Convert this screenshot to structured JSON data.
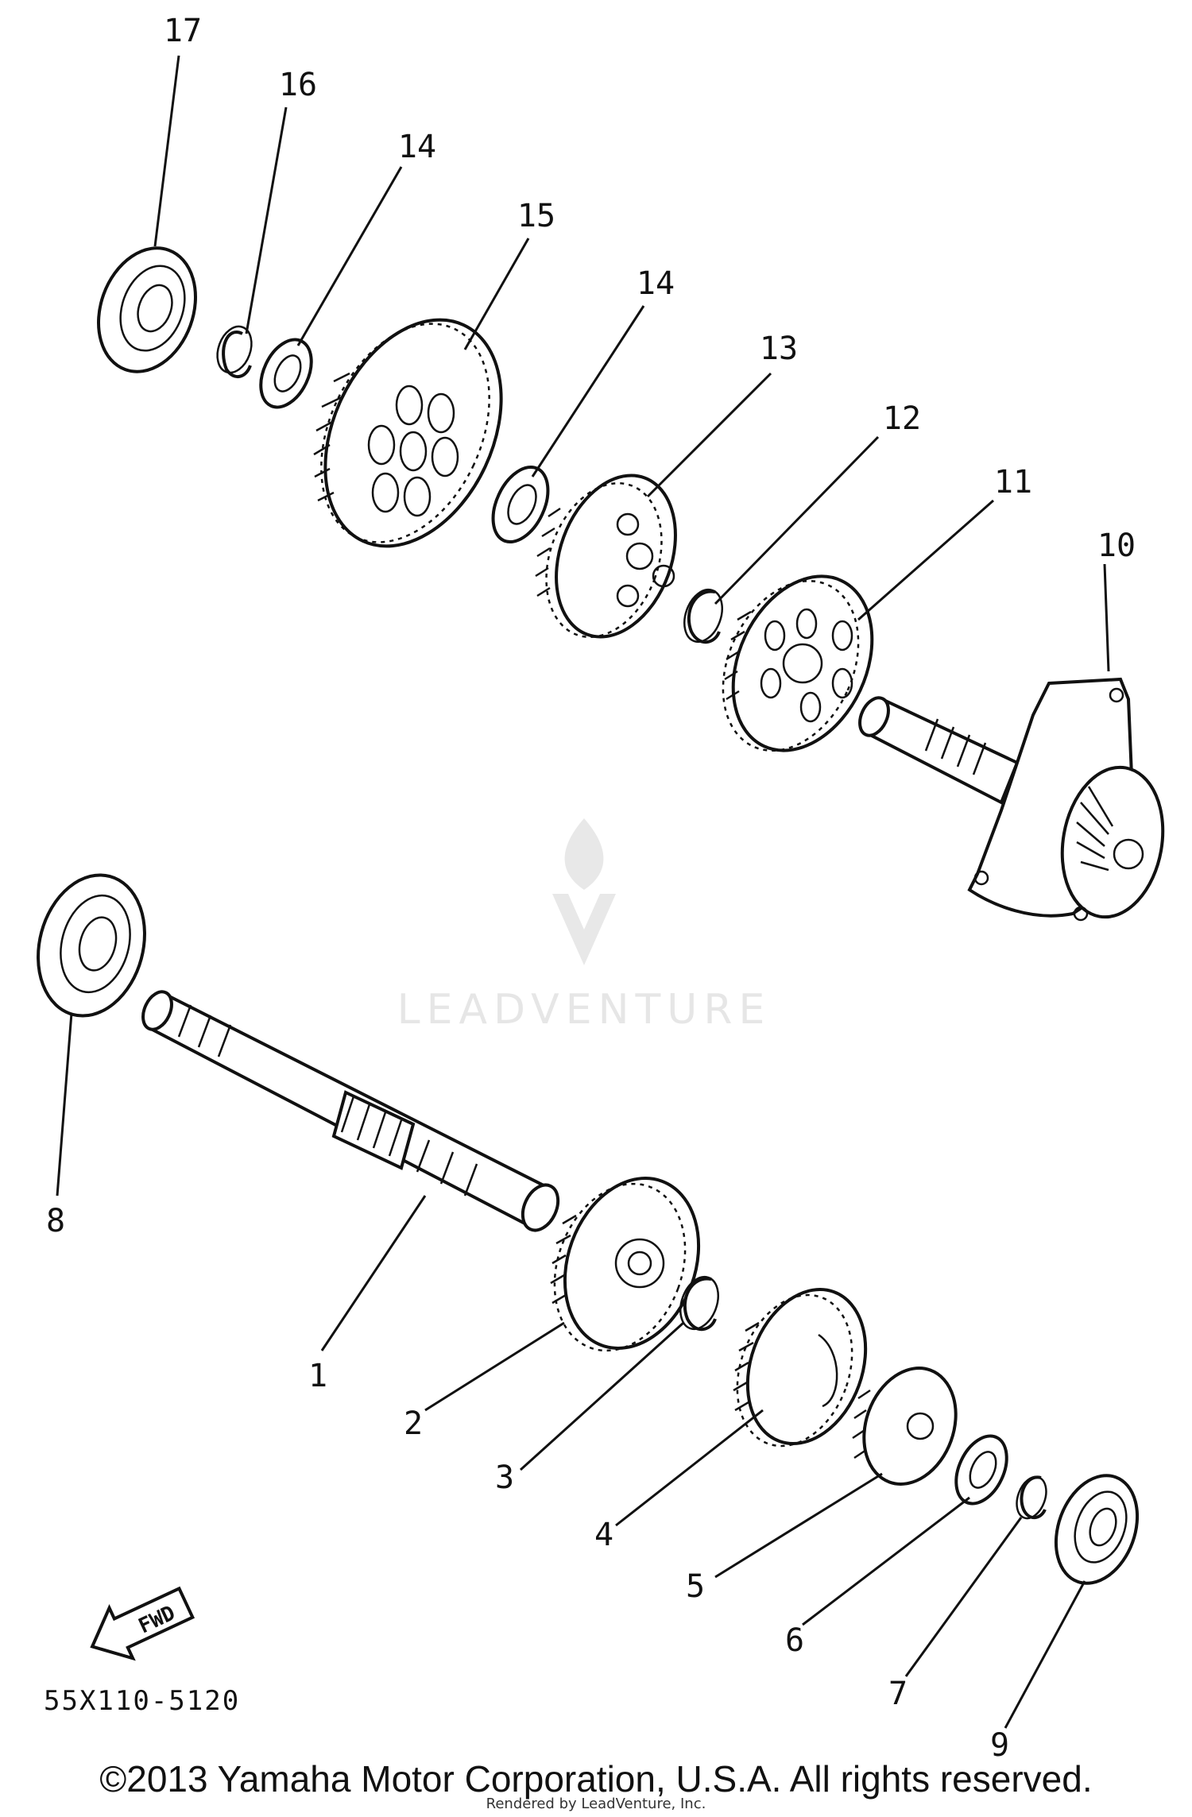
{
  "diagram": {
    "part_numbers": {
      "p1": "1",
      "p2": "2",
      "p3": "3",
      "p4": "4",
      "p5": "5",
      "p6": "6",
      "p7": "7",
      "p8": "8",
      "p9": "9",
      "p10": "10",
      "p11": "11",
      "p12": "12",
      "p13": "13",
      "p14a": "14",
      "p14b": "14",
      "p15": "15",
      "p16": "16",
      "p17": "17"
    },
    "fwd_label": "FWD",
    "diagram_code": "55X110-5120"
  },
  "watermark": {
    "text": "LEADVENTURE"
  },
  "footer": {
    "copyright": "©2013 Yamaha Motor Corporation, U.S.A. All rights reserved.",
    "rendered_by": "Rendered by LeadVenture, Inc."
  }
}
